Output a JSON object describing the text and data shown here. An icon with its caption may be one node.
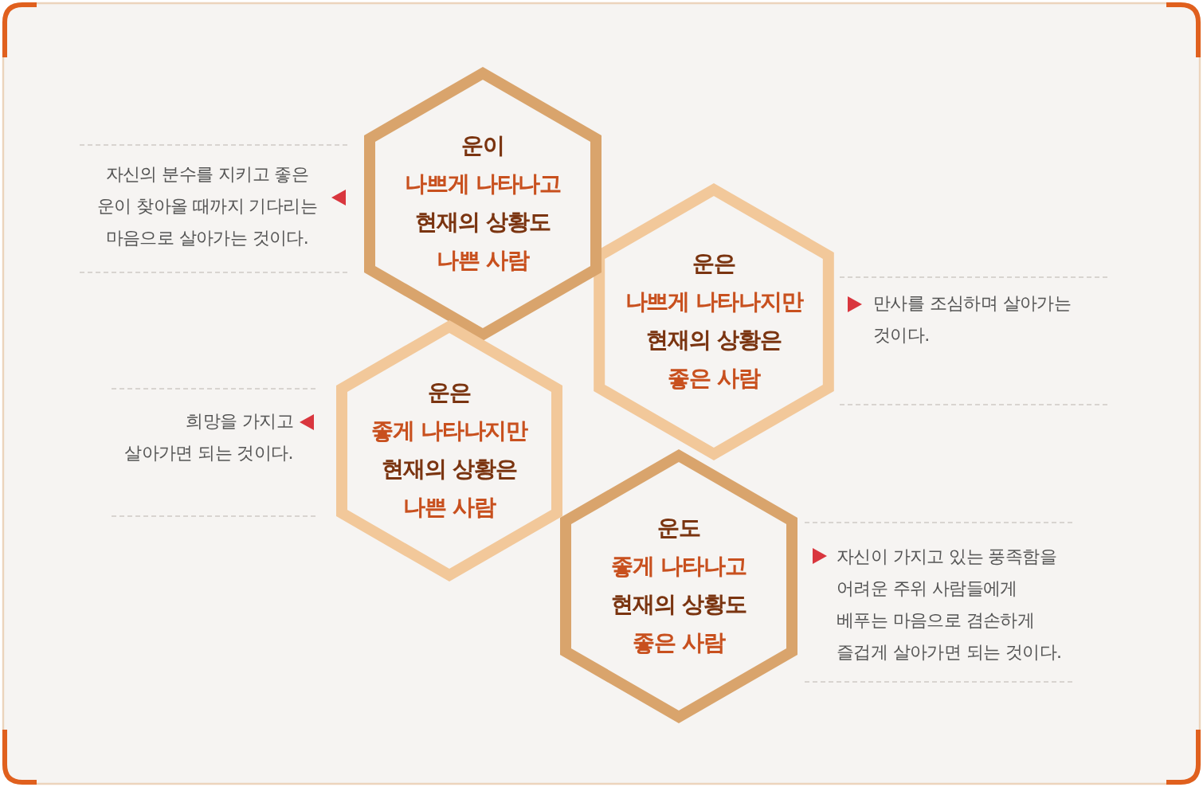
{
  "diagram": {
    "nodes": [
      {
        "text": [
          "운이",
          "나쁘게 나타나고",
          "현재의 상황도",
          "나쁜 사람"
        ]
      },
      {
        "text": [
          "운은",
          "나쁘게 나타나지만",
          "현재의 상황은",
          "좋은 사람"
        ]
      },
      {
        "text": [
          "운은",
          "좋게 나타나지만",
          "현재의 상황은",
          "나쁜 사람"
        ]
      },
      {
        "text": [
          "운도",
          "좋게 나타나고",
          "현재의 상황도",
          "좋은 사람"
        ]
      }
    ],
    "labels": [
      "자신의 분수를 지키고 좋은 운이 찾아올 때까지 기다리는 마음으로 살아가는 것이다.",
      "만사를 조심하며 살아가는 것이다.",
      "희망을 가지고 살아가면 되는 것이다.",
      "자신이 가지고 있는 풍족함을 어려운 주위 사람들에게 베푸는 마음으로 겸손하게 즐겁게 살아가면 되는 것이다."
    ]
  }
}
